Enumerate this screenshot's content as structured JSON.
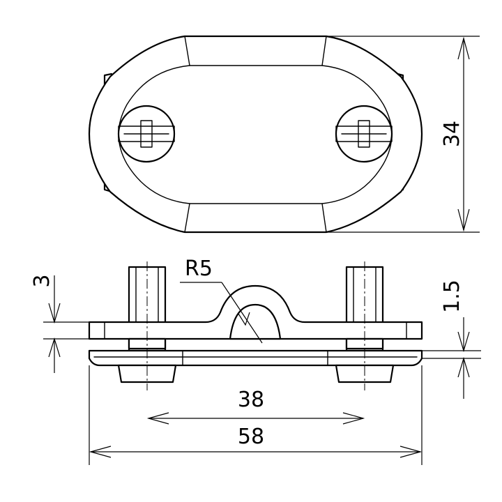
{
  "dimensions": {
    "height_top": "34",
    "thickness_clamp": "3",
    "thickness_plate": "1.5",
    "radius": "R5",
    "bolt_spacing": "38",
    "overall_length": "58"
  }
}
